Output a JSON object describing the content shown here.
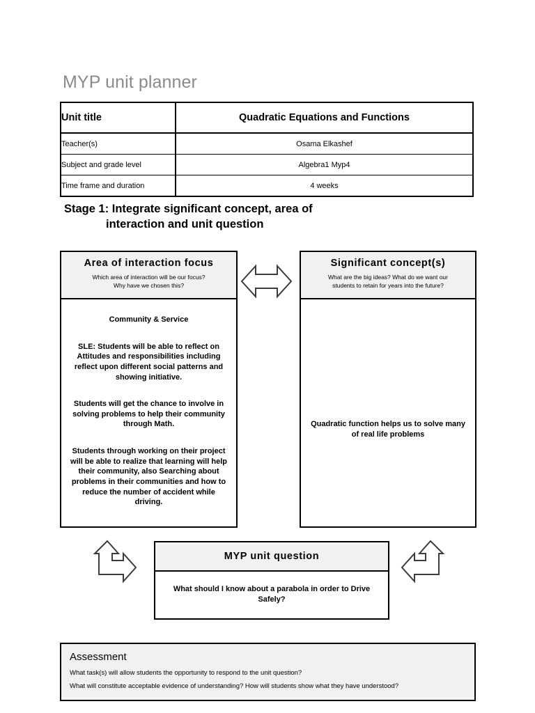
{
  "document": {
    "title": "MYP unit planner"
  },
  "info_table": {
    "rows": [
      {
        "label": "Unit title",
        "value": "Quadratic Equations and Functions",
        "emphasis": "header"
      },
      {
        "label": "Teacher(s)",
        "value": "Osama Elkashef",
        "emphasis": "body"
      },
      {
        "label": "Subject and grade level",
        "value": "Algebra1 Myp4",
        "emphasis": "body"
      },
      {
        "label": "Time frame and duration",
        "value": "4 weeks",
        "emphasis": "body"
      }
    ]
  },
  "stage": {
    "line1": "Stage 1: Integrate significant concept, area of",
    "line2": "interaction and unit question"
  },
  "area_of_interaction": {
    "title": "Area of interaction focus",
    "prompt_line1": "Which area of interaction will be our focus?",
    "prompt_line2": "Why have we chosen this?",
    "heading": "Community & Service",
    "paragraph1": "SLE: Students will be able to reflect on Attitudes and responsibilities including reflect upon different social patterns and showing initiative.",
    "paragraph2": "Students will get the chance to involve in solving problems to help their community through Math.",
    "paragraph3": "Students through working on their project will be able to realize that learning will help their community, also Searching about problems in their communities and how to reduce the number of accident while driving."
  },
  "significant_concept": {
    "title": "Significant concept(s)",
    "prompt_line1": "What are the big ideas? What do we want our",
    "prompt_line2": "students to retain for years into the future?",
    "body": "Quadratic function helps us to solve many of real life problems"
  },
  "unit_question": {
    "title": "MYP unit question",
    "body": "What should I know about a parabola in order to Drive Safely?"
  },
  "assessment": {
    "title": "Assessment",
    "line1": "What task(s) will allow students the opportunity to respond to the unit question?",
    "line2": "What will constitute acceptable evidence of understanding? How will students show what they have understood?"
  },
  "icons": {
    "double_arrow": "double-headed-horizontal-arrow",
    "bent_arrow_left": "bent-arrow-up-right",
    "bent_arrow_right": "bent-arrow-up-left"
  },
  "colors": {
    "title_gray": "#8a8a8a",
    "panel_fill": "#f1f1f1",
    "border": "#000000",
    "page_background": "#ffffff"
  }
}
